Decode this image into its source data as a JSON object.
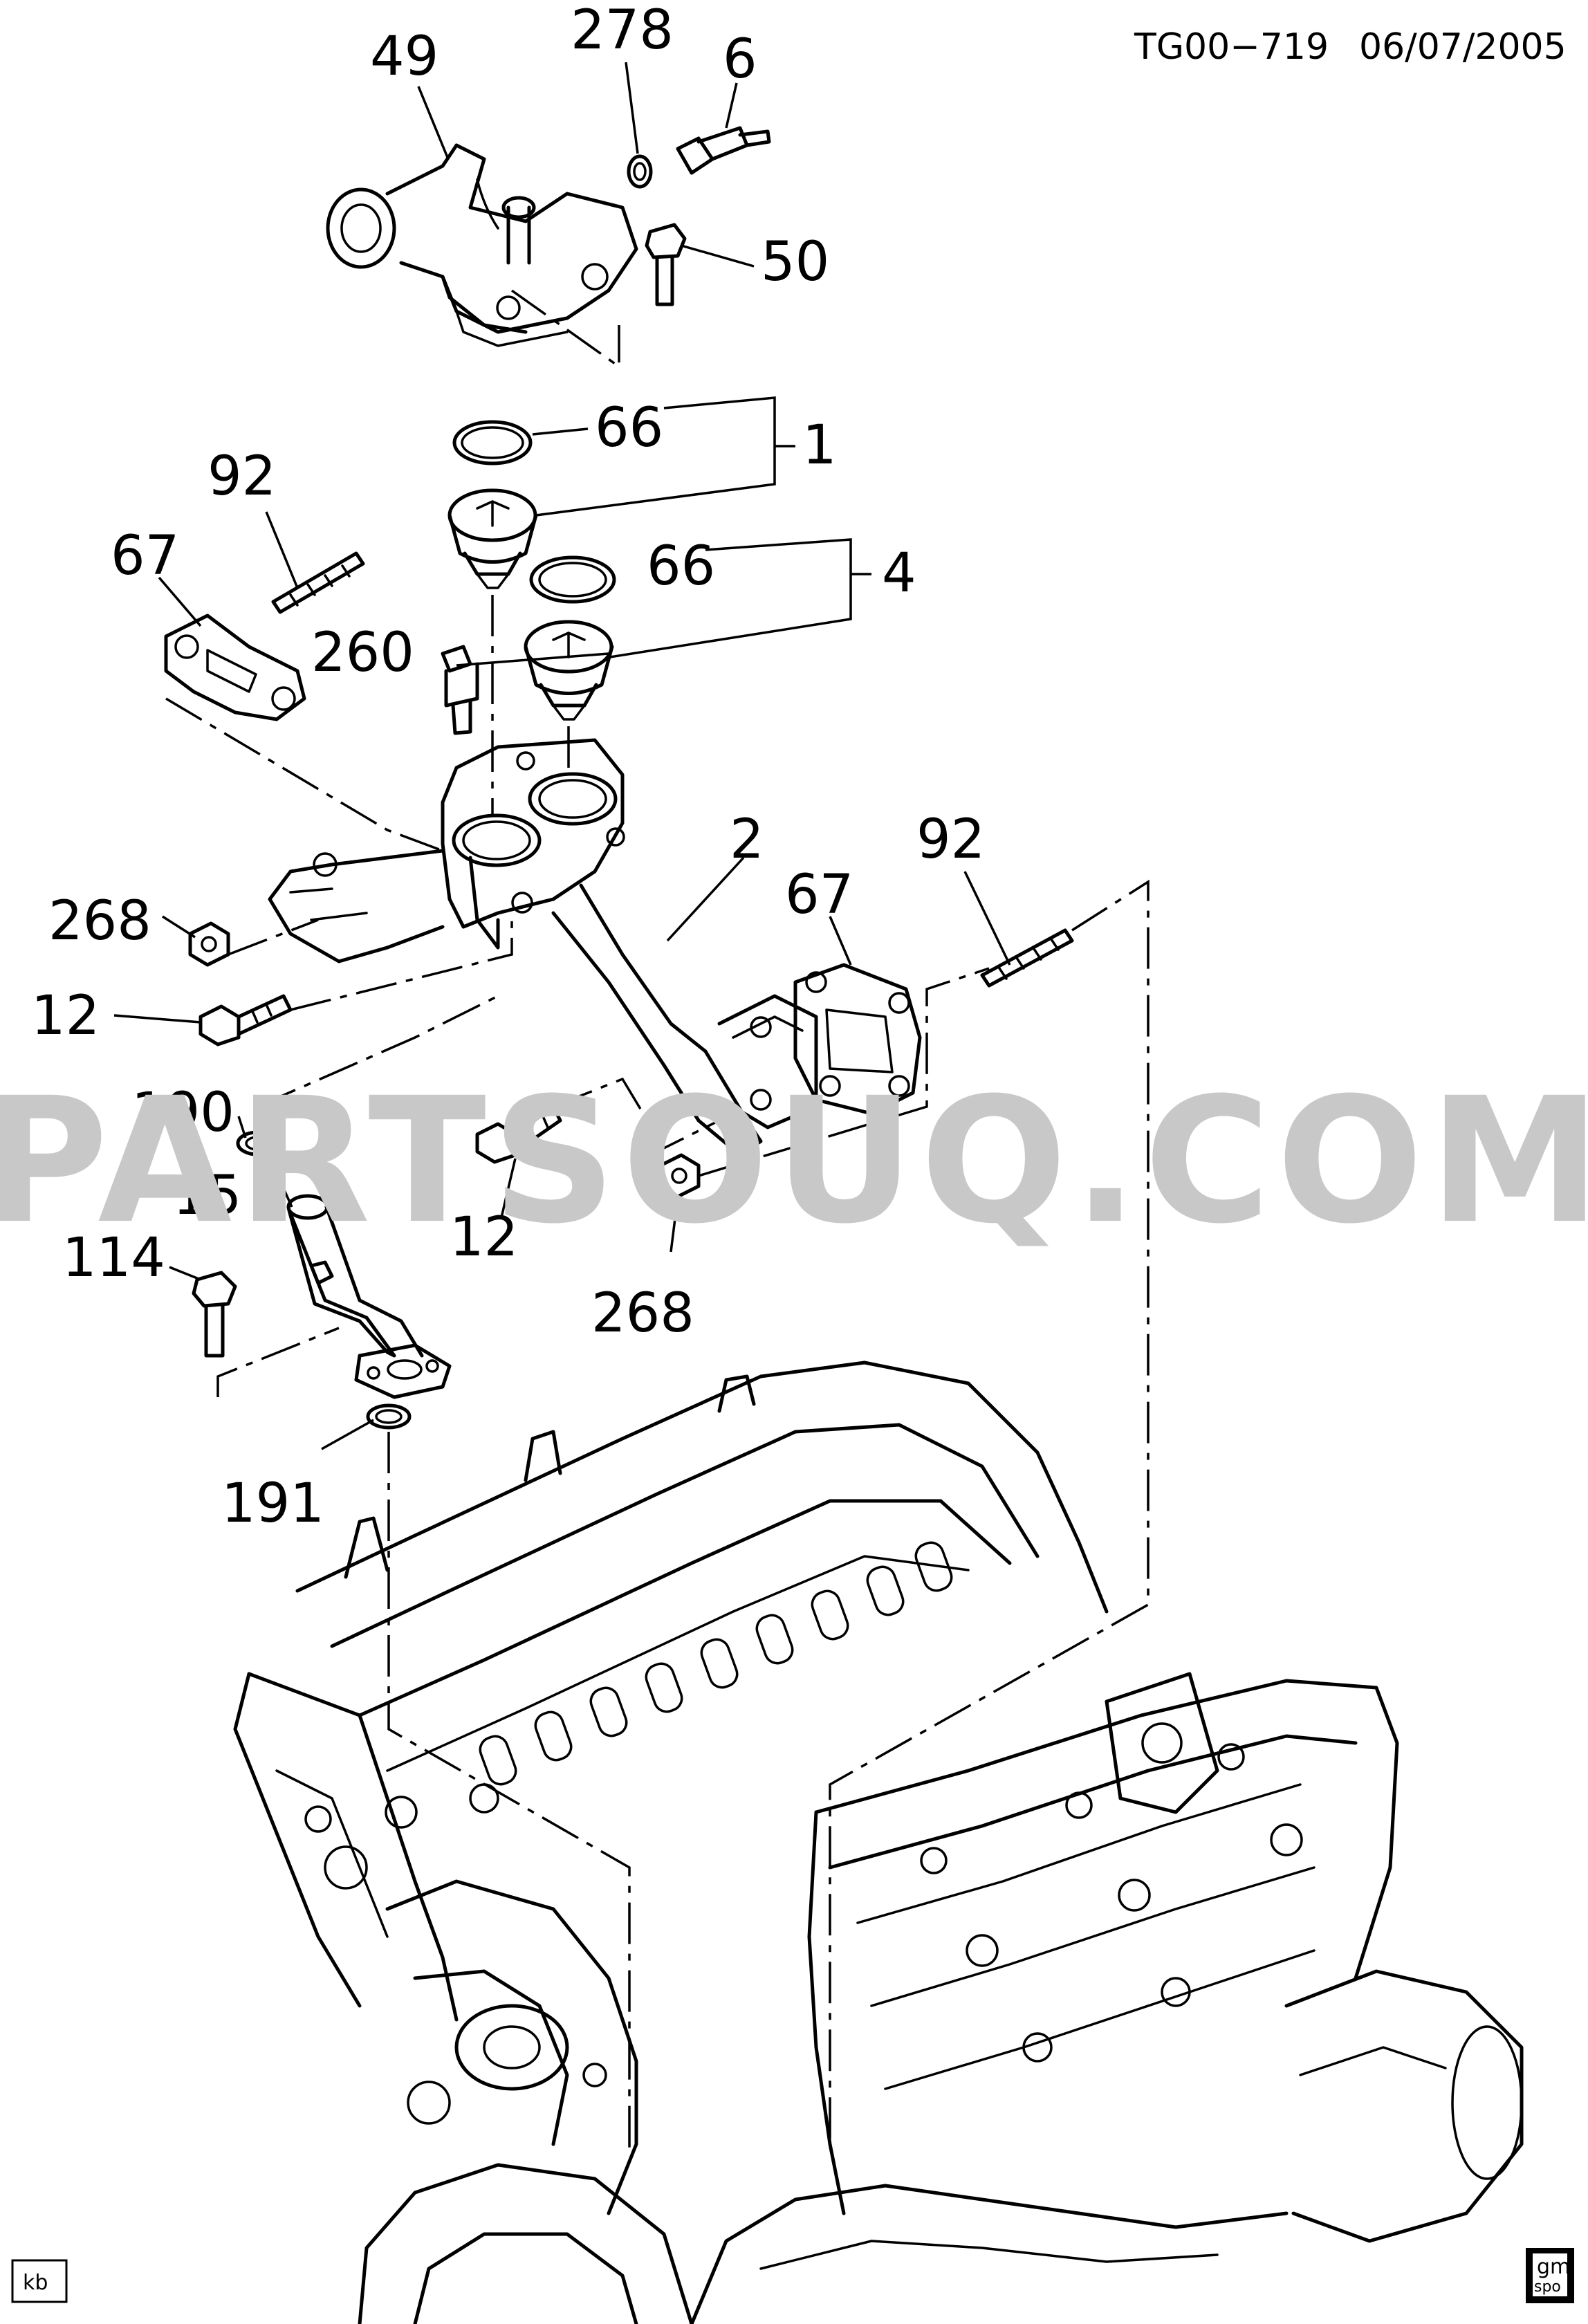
{
  "header": {
    "drawing_id": "TG00−719",
    "date": "06/07/2005"
  },
  "watermark": "PARTSOUQ.COM",
  "callouts": [
    {
      "id": "c49",
      "label": "49"
    },
    {
      "id": "c278",
      "label": "278"
    },
    {
      "id": "c6",
      "label": "6"
    },
    {
      "id": "c50",
      "label": "50"
    },
    {
      "id": "c66a",
      "label": "66"
    },
    {
      "id": "c1",
      "label": "1"
    },
    {
      "id": "c92a",
      "label": "92"
    },
    {
      "id": "c67a",
      "label": "67"
    },
    {
      "id": "c66b",
      "label": "66"
    },
    {
      "id": "c4",
      "label": "4"
    },
    {
      "id": "c260",
      "label": "260"
    },
    {
      "id": "c2",
      "label": "2"
    },
    {
      "id": "c92b",
      "label": "92"
    },
    {
      "id": "c268a",
      "label": "268"
    },
    {
      "id": "c67b",
      "label": "67"
    },
    {
      "id": "c12a",
      "label": "12"
    },
    {
      "id": "c190",
      "label": "190"
    },
    {
      "id": "c15",
      "label": "15"
    },
    {
      "id": "c12b",
      "label": "12"
    },
    {
      "id": "c114",
      "label": "114"
    },
    {
      "id": "c268b",
      "label": "268"
    },
    {
      "id": "c191",
      "label": "191"
    }
  ],
  "footer": {
    "initials": "kb",
    "logo_line1": "gm",
    "logo_line2": "spo"
  }
}
